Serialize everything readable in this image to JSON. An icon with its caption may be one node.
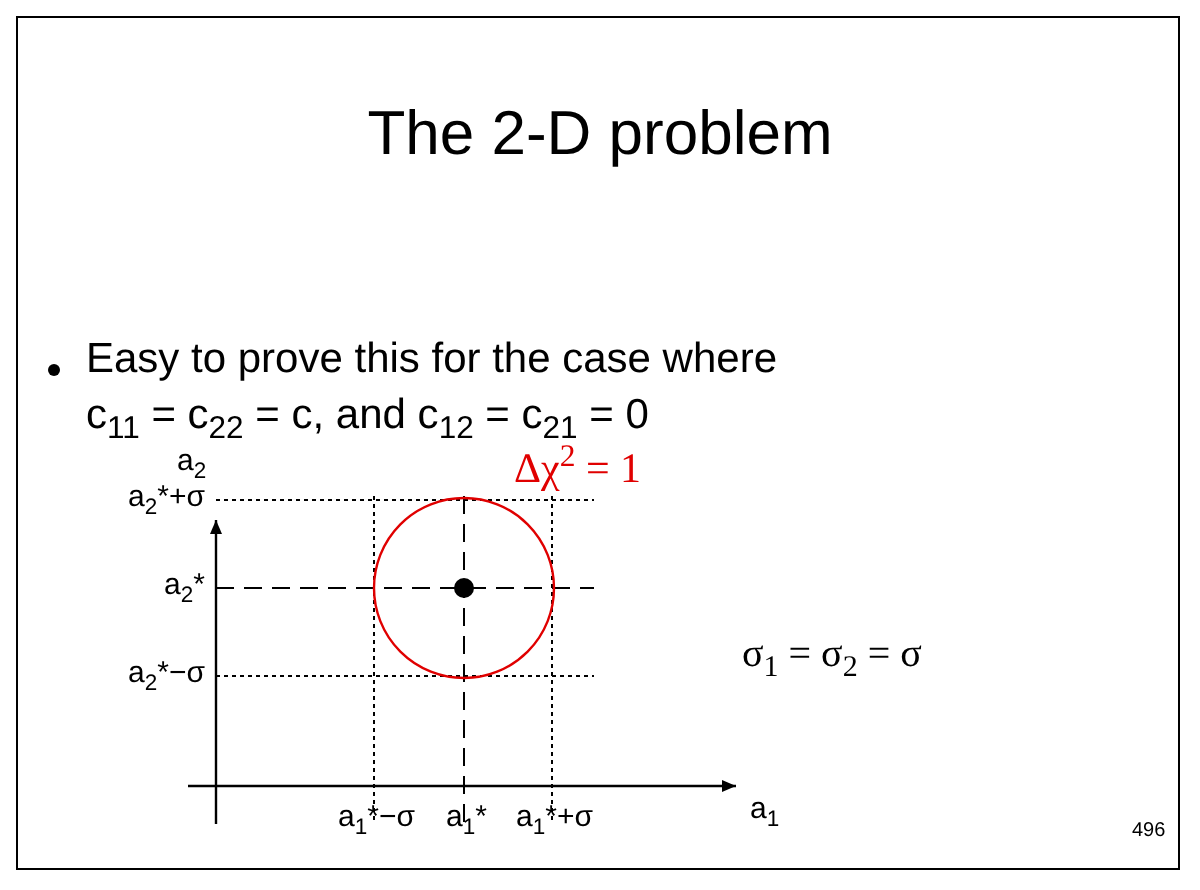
{
  "diagram": {
    "title": "The 2-D problem",
    "labels": [
      "Easy to prove this for the case where c$_{11}$ = c$_{22}$ = c, and c$_{12}$ = c$_{21}$ = 0",
      "a$_{2}$",
      "Δχ$^{2}$ = 1",
      "a$_{2}$*+σ",
      "a$_{2}$*",
      "σ$_{1}$ = σ$_{2}$ = σ",
      "a$_{2}$*−σ",
      "a$_{1}$*−σ",
      "a$_{1}$*",
      "a$_{1}$*+σ",
      "a$_{1}$",
      "496"
    ]
  }
}
